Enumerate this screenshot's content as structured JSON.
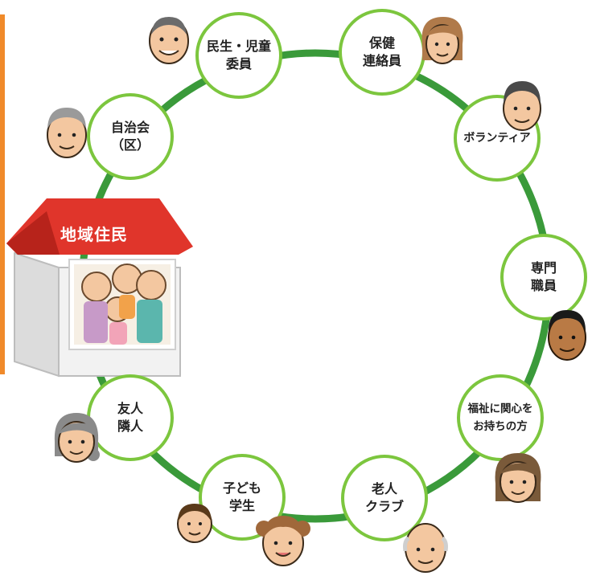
{
  "house": {
    "title": "地域住民"
  },
  "nodes": [
    {
      "id": "minsei",
      "label": "民生・児童\n委員"
    },
    {
      "id": "hoken",
      "label": "保健\n連絡員"
    },
    {
      "id": "volunteer",
      "label": "ボランティア"
    },
    {
      "id": "senmon",
      "label": "専門\n職員"
    },
    {
      "id": "fukushi",
      "label": "福祉に関心を\nお持ちの方"
    },
    {
      "id": "roujin",
      "label": "老人\nクラブ"
    },
    {
      "id": "kodomo",
      "label": "子ども\n学生"
    },
    {
      "id": "yujin",
      "label": "友人\n隣人"
    },
    {
      "id": "jichikai",
      "label": "自治会\n（区）"
    }
  ],
  "colors": {
    "ring": "#3a9a3a",
    "node_border": "#7cc63e",
    "roof": "#e0352b",
    "accent": "#f08a2a"
  }
}
